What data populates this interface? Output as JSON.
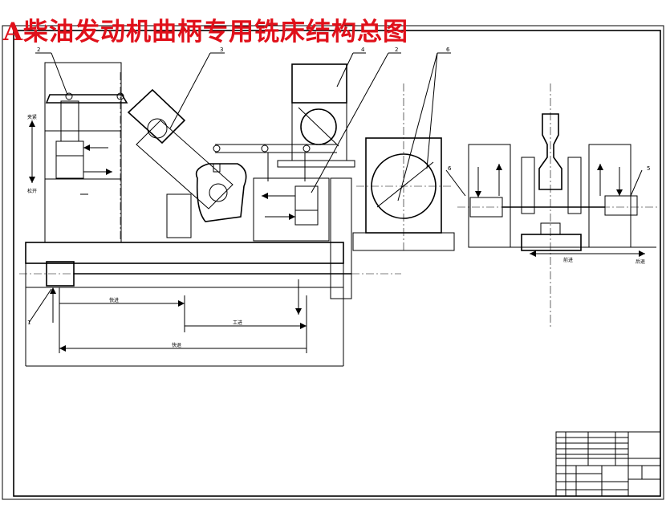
{
  "title": "A柴油发动机曲柄专用铣床结构总图",
  "labels": {
    "clamp": "夹紧",
    "release": "松开",
    "fast_in": "快进",
    "work_feed": "工进",
    "fast_return": "快退",
    "advance": "前进",
    "retreat": "后退"
  },
  "part_numbers": {
    "n2a": "2",
    "n3": "3",
    "n4": "4",
    "n2b": "2",
    "n6a": "6",
    "n6b": "6",
    "n5": "5",
    "n1": "1"
  }
}
